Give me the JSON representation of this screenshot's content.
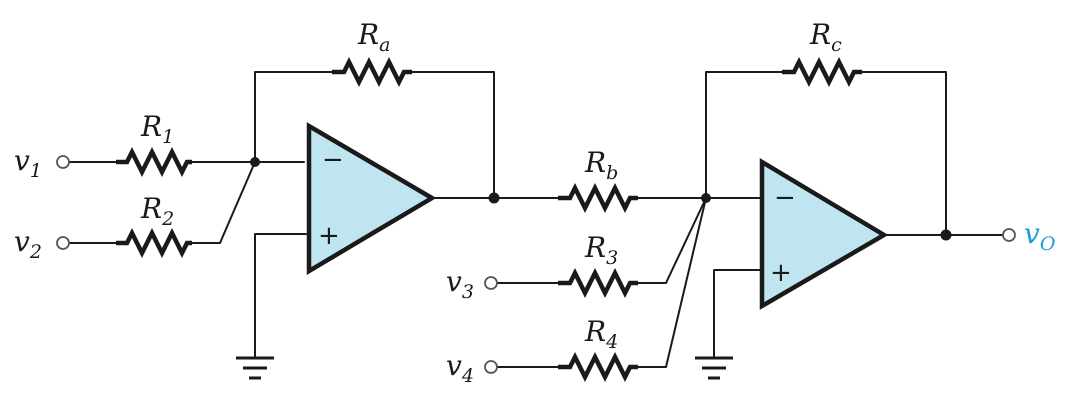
{
  "colors": {
    "opamp_fill": "#bfe6f0",
    "output_accent": "#1a9fd6"
  },
  "opamps": [
    {
      "id": "U1",
      "inverting_sign": "−",
      "noninverting_sign": "+"
    },
    {
      "id": "U2",
      "inverting_sign": "−",
      "noninverting_sign": "+"
    }
  ],
  "resistors": [
    {
      "id": "R1",
      "base": "R",
      "sub": "1"
    },
    {
      "id": "R2",
      "base": "R",
      "sub": "2"
    },
    {
      "id": "Ra",
      "base": "R",
      "sub": "a"
    },
    {
      "id": "Rb",
      "base": "R",
      "sub": "b"
    },
    {
      "id": "R3",
      "base": "R",
      "sub": "3"
    },
    {
      "id": "R4",
      "base": "R",
      "sub": "4"
    },
    {
      "id": "Rc",
      "base": "R",
      "sub": "c"
    }
  ],
  "terminals": [
    {
      "id": "v1",
      "base": "v",
      "sub": "1"
    },
    {
      "id": "v2",
      "base": "v",
      "sub": "2"
    },
    {
      "id": "v3",
      "base": "v",
      "sub": "3"
    },
    {
      "id": "v4",
      "base": "v",
      "sub": "4"
    },
    {
      "id": "vO",
      "base": "v",
      "sub": "O"
    }
  ]
}
